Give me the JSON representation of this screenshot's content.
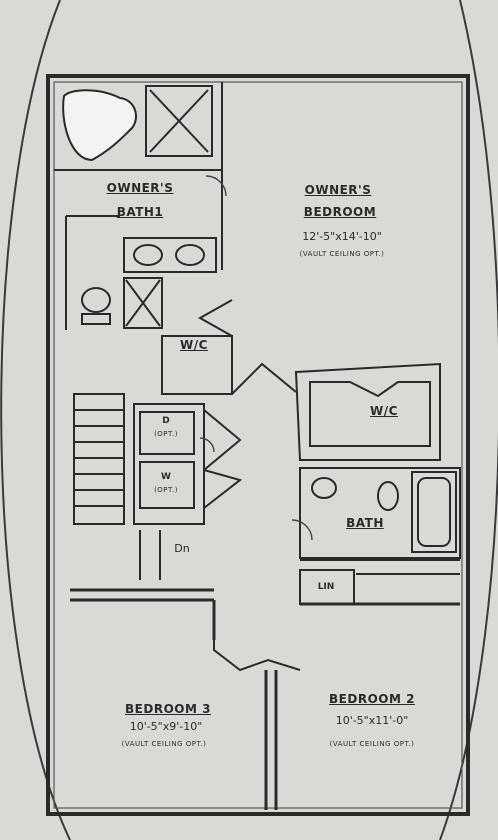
{
  "rooms": {
    "owners_bath": {
      "line1": "OWNER'S",
      "line2": "BATH1"
    },
    "owners_bedroom": {
      "line1": "OWNER'S",
      "line2": "BEDROOM",
      "dims": "12'-5\"x14'-10\"",
      "note": "(VAULT CEILING OPT.)"
    },
    "wic_upper": "W/C",
    "wic_right": "W/C",
    "bath": "BATH",
    "lin": "LIN",
    "bedroom3": {
      "title": "BEDROOM 3",
      "dims": "10'-5\"x9'-10\"",
      "note": "(VAULT CEILING OPT.)"
    },
    "bedroom2": {
      "title": "BEDROOM 2",
      "dims": "10'-5\"x11'-0\"",
      "note": "(VAULT CEILING OPT.)"
    }
  },
  "laundry": {
    "dryer": "D",
    "dryer_opt": "(OPT.)",
    "washer": "W",
    "washer_opt": "(OPT.)"
  },
  "stair": {
    "dn": "Dn"
  },
  "colors": {
    "paper": "#d9d9d6",
    "ink": "#2a2a2a",
    "wall_fill": "#8f8f8f"
  }
}
